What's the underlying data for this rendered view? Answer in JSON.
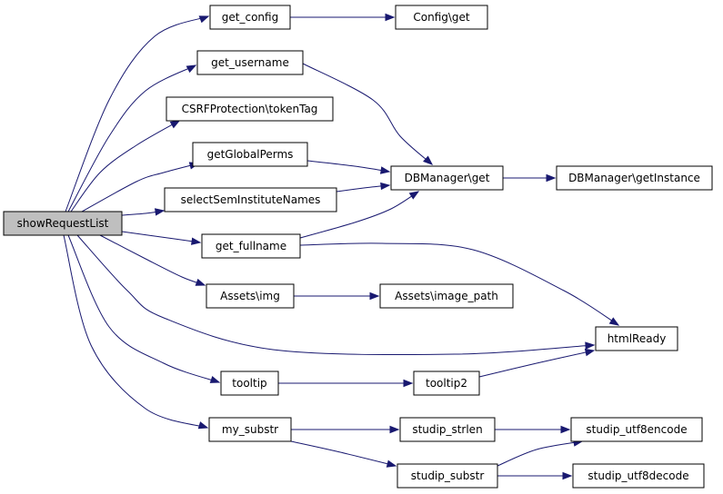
{
  "graph": {
    "nodes": [
      {
        "id": "showRequestList",
        "label": "showRequestList",
        "root": true
      },
      {
        "id": "get_config",
        "label": "get_config"
      },
      {
        "id": "config_get",
        "label": "Config\\get"
      },
      {
        "id": "get_username",
        "label": "get_username"
      },
      {
        "id": "csrf_tokenTag",
        "label": "CSRFProtection\\tokenTag"
      },
      {
        "id": "getGlobalPerms",
        "label": "getGlobalPerms"
      },
      {
        "id": "dbmanager_get",
        "label": "DBManager\\get"
      },
      {
        "id": "dbmanager_getInstance",
        "label": "DBManager\\getInstance"
      },
      {
        "id": "selectSemInstituteNames",
        "label": "selectSemInstituteNames"
      },
      {
        "id": "get_fullname",
        "label": "get_fullname"
      },
      {
        "id": "assets_img",
        "label": "Assets\\img"
      },
      {
        "id": "assets_image_path",
        "label": "Assets\\image_path"
      },
      {
        "id": "htmlReady",
        "label": "htmlReady"
      },
      {
        "id": "tooltip",
        "label": "tooltip"
      },
      {
        "id": "tooltip2",
        "label": "tooltip2"
      },
      {
        "id": "my_substr",
        "label": "my_substr"
      },
      {
        "id": "studip_strlen",
        "label": "studip_strlen"
      },
      {
        "id": "studip_utf8encode",
        "label": "studip_utf8encode"
      },
      {
        "id": "studip_substr",
        "label": "studip_substr"
      },
      {
        "id": "studip_utf8decode",
        "label": "studip_utf8decode"
      }
    ],
    "edges": [
      {
        "from": "showRequestList",
        "to": "get_config"
      },
      {
        "from": "showRequestList",
        "to": "get_username"
      },
      {
        "from": "showRequestList",
        "to": "csrf_tokenTag"
      },
      {
        "from": "showRequestList",
        "to": "getGlobalPerms"
      },
      {
        "from": "showRequestList",
        "to": "selectSemInstituteNames"
      },
      {
        "from": "showRequestList",
        "to": "get_fullname"
      },
      {
        "from": "showRequestList",
        "to": "assets_img"
      },
      {
        "from": "showRequestList",
        "to": "htmlReady"
      },
      {
        "from": "showRequestList",
        "to": "tooltip"
      },
      {
        "from": "showRequestList",
        "to": "my_substr"
      },
      {
        "from": "get_config",
        "to": "config_get"
      },
      {
        "from": "get_username",
        "to": "dbmanager_get"
      },
      {
        "from": "getGlobalPerms",
        "to": "dbmanager_get"
      },
      {
        "from": "selectSemInstituteNames",
        "to": "dbmanager_get"
      },
      {
        "from": "get_fullname",
        "to": "dbmanager_get"
      },
      {
        "from": "get_fullname",
        "to": "htmlReady"
      },
      {
        "from": "dbmanager_get",
        "to": "dbmanager_getInstance"
      },
      {
        "from": "assets_img",
        "to": "assets_image_path"
      },
      {
        "from": "tooltip",
        "to": "tooltip2"
      },
      {
        "from": "tooltip2",
        "to": "htmlReady"
      },
      {
        "from": "my_substr",
        "to": "studip_strlen"
      },
      {
        "from": "my_substr",
        "to": "studip_substr"
      },
      {
        "from": "studip_strlen",
        "to": "studip_utf8encode"
      },
      {
        "from": "studip_substr",
        "to": "studip_utf8encode"
      },
      {
        "from": "studip_substr",
        "to": "studip_utf8decode"
      }
    ]
  }
}
